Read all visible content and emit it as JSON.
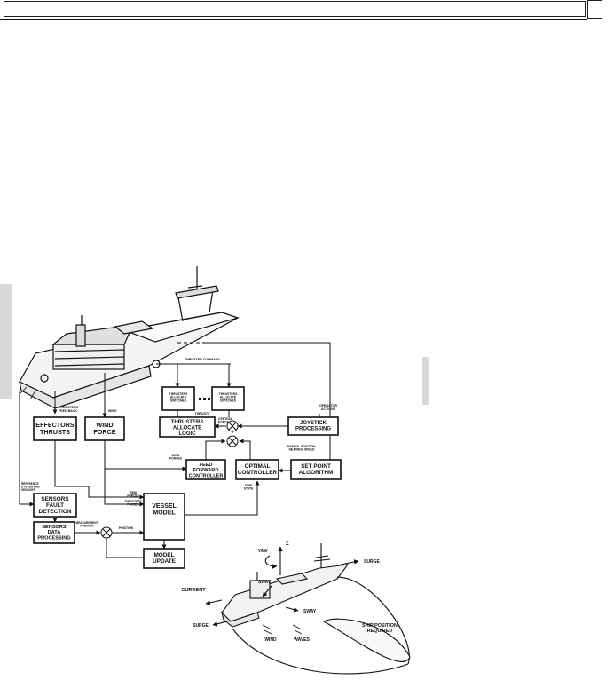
{
  "diagram": {
    "thruster_command": "THRUSTER COMMAND",
    "thruster_allocate_a": [
      "THRUSTERS",
      "ALLOCATE",
      "SWITCHES"
    ],
    "thruster_allocate_b": [
      "THRUSTERS",
      "ALLOCATE",
      "SWITCHES"
    ],
    "thrusts": "THRUSTS",
    "thrusters_feedback": [
      "THRUSTERS",
      "FEED BACK"
    ],
    "wind_top": "WIND",
    "operator_actions": [
      "OPERATOR",
      "ACTIONS"
    ],
    "effectors_thrusts": [
      "EFFECTORS",
      "THRUSTS"
    ],
    "wind_force": [
      "WIND",
      "FORCE"
    ],
    "thrusters_allocate_logic": [
      "THRUSTERS",
      "ALLOCATE",
      "LOGIC"
    ],
    "central_force": [
      "CENTRAL",
      "FORCE"
    ],
    "joystick_processing": [
      "JOYSTICK",
      "PROCESSING"
    ],
    "feed_forward_controller": [
      "FEED",
      "FORWARD",
      "CONTROLLER"
    ],
    "wind_forces": [
      "WIND",
      "FORCES"
    ],
    "optimal_controller": [
      "OPTIMAL",
      "CONTROLLER"
    ],
    "set_point_algorithm": [
      "SET POINT",
      "ALGORITHM"
    ],
    "manual_position": [
      "MANUAL POSITION,",
      "HEADING, SPEED"
    ],
    "ship_state": [
      "SHIP",
      "STATE"
    ],
    "reference_system": [
      "REFERENCE",
      "SYSTEM AND",
      "SENSORS"
    ],
    "sensors_fault_detection": [
      "SENSORS",
      "FAULT",
      "DETECTION"
    ],
    "sensors_data_processing": [
      "SENSORS",
      "DATA",
      "PROCESSING"
    ],
    "measurement_position": [
      "MEASUREMENT",
      "POSITION"
    ],
    "position": "POSITION",
    "wind_forces_small": [
      "WIND",
      "FORCES"
    ],
    "thrusters_forces": [
      "THRUSTERS",
      "FORCES"
    ],
    "vessel_model": [
      "VESSEL",
      "MODEL"
    ],
    "model_update": [
      "MODEL",
      "UPDATE"
    ],
    "yaw": "YAW",
    "z": "Z",
    "surge_top": "SURGE",
    "sway_top": "SWAY",
    "current": "CURRENT",
    "sway_bottom": "SWAY",
    "surge_bottom": "SURGE",
    "wind_bottom": "WIND",
    "waves": "WAVES",
    "ship_position": [
      "SHIP POSITION",
      "REQUIRED"
    ]
  }
}
